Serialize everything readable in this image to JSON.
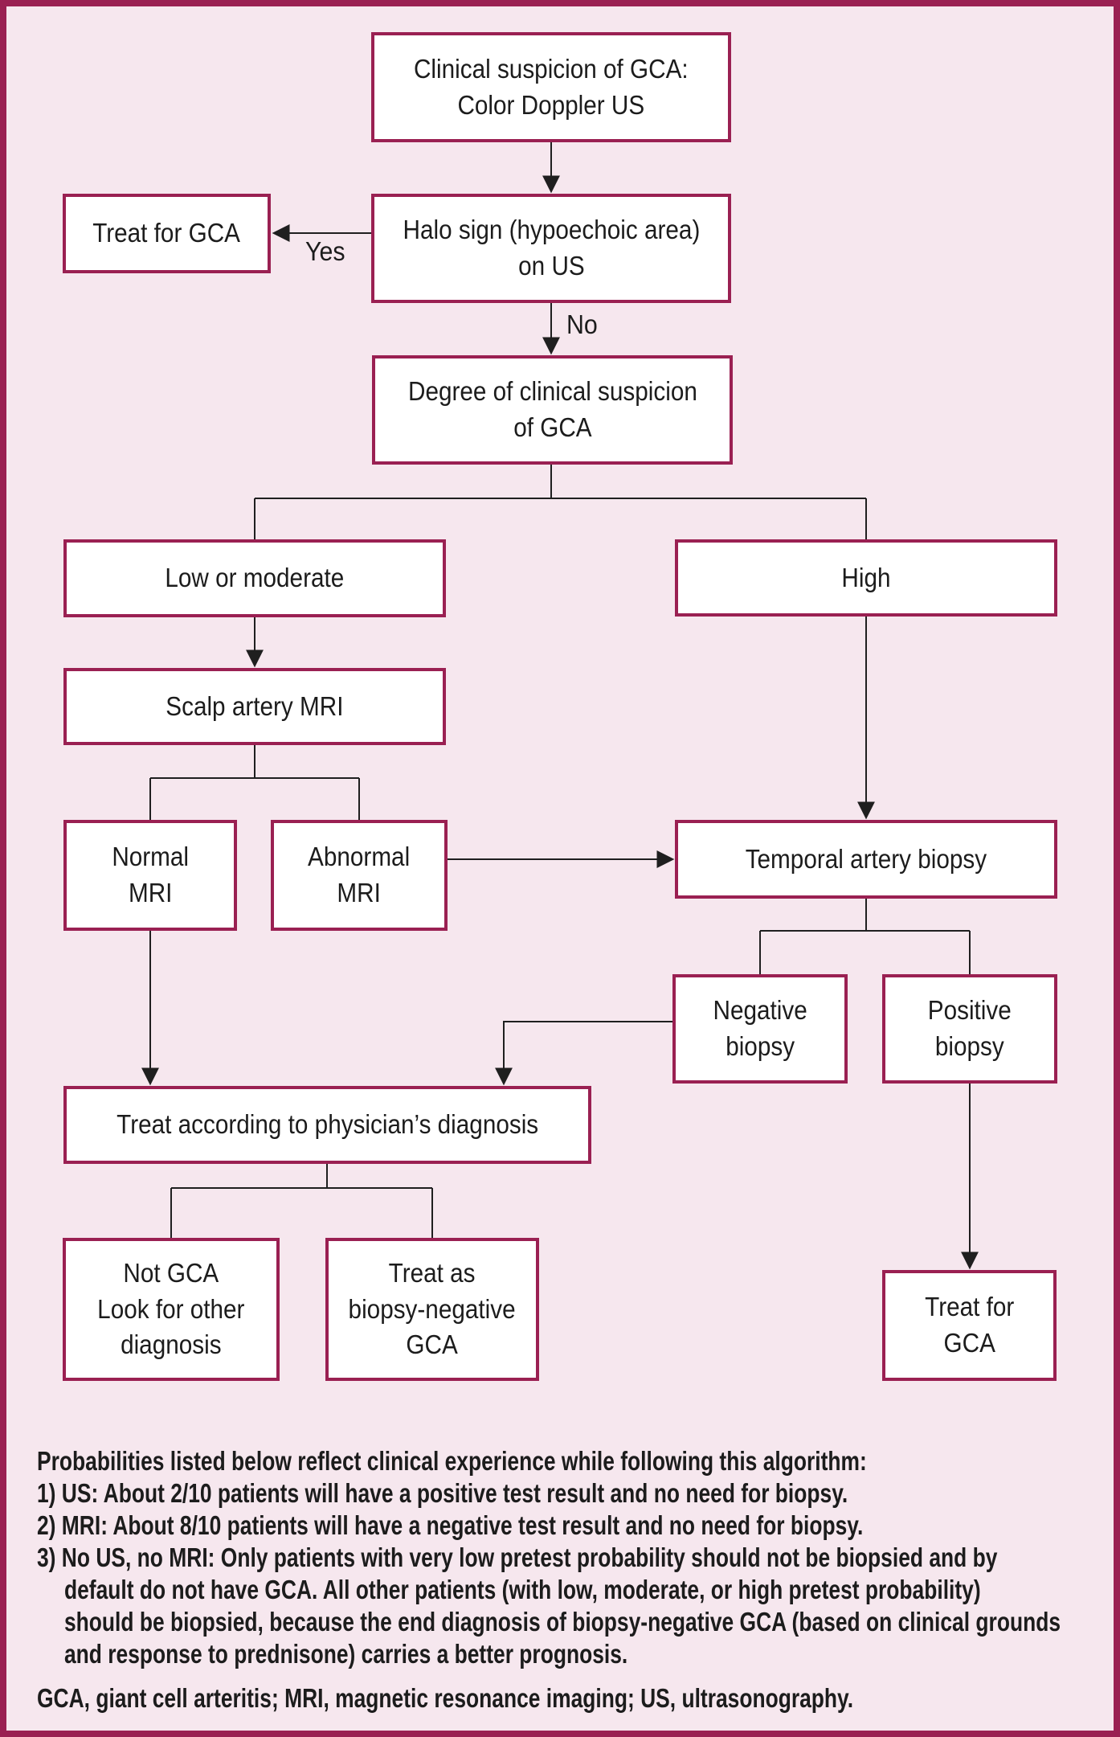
{
  "figure_type": "clinical-algorithm-flowchart",
  "colors": {
    "background": "#f6e7ee",
    "frame": "#9a2052",
    "box_border": "#9a2052",
    "box_fill": "#ffffff",
    "connector_line": "#1f1f1f",
    "text": "#1c1c1c"
  },
  "nodes": {
    "clinical": {
      "label": "Clinical suspicion of GCA:\nColor Doppler US"
    },
    "treat_top": {
      "label": "Treat for GCA"
    },
    "halo": {
      "label": "Halo sign (hypoechoic area)\non US"
    },
    "degree": {
      "label": "Degree of clinical suspicion\nof GCA"
    },
    "low": {
      "label": "Low or moderate"
    },
    "high": {
      "label": "High"
    },
    "scalp": {
      "label": "Scalp artery MRI"
    },
    "normal_mri": {
      "label": "Normal\nMRI"
    },
    "abnormal_mri": {
      "label": "Abnormal\nMRI"
    },
    "temporal": {
      "label": "Temporal artery biopsy"
    },
    "negative_biopsy": {
      "label": "Negative\nbiopsy"
    },
    "positive_biopsy": {
      "label": "Positive\nbiopsy"
    },
    "treat_according": {
      "label": "Treat according to physician’s diagnosis"
    },
    "not_gca": {
      "label": "Not GCA\nLook for other\ndiagnosis"
    },
    "treat_biopsy_negative": {
      "label": "Treat as\nbiopsy-negative\nGCA"
    },
    "treat_bottom": {
      "label": "Treat for\nGCA"
    }
  },
  "edge_labels": {
    "yes": "Yes",
    "no": "No"
  },
  "footer": {
    "lines": [
      "Probabilities listed below reflect clinical experience while following this algorithm:",
      "1) US: About 2/10 patients will have a positive test result and no need for biopsy.",
      "2) MRI: About 8/10 patients will have a negative test result and no need for biopsy.",
      "3) No US, no MRI: Only patients with very low pretest probability should not be biopsied and by",
      "default do not have GCA. All other patients (with low, moderate, or high pretest probability)",
      "should be biopsied, because the end diagnosis of biopsy-negative GCA (based on clinical grounds",
      "and response to prednisone) carries a better prognosis.",
      "GCA, giant cell arteritis; MRI, magnetic resonance imaging; US, ultrasonography."
    ]
  }
}
